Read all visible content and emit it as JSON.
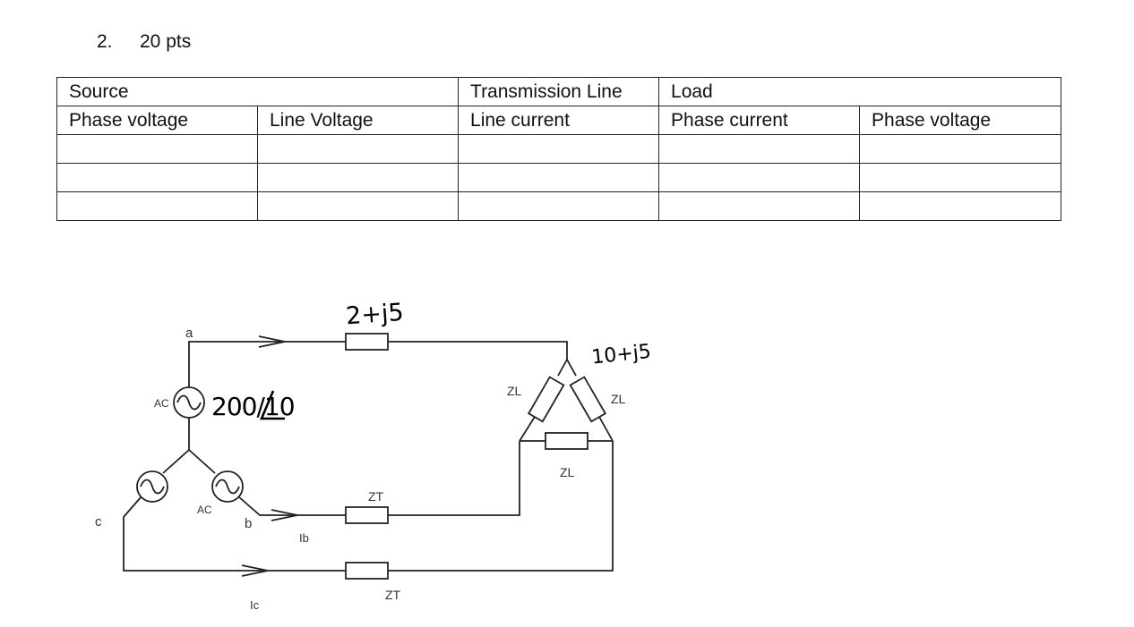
{
  "question": {
    "number": "2.",
    "points": "20 pts"
  },
  "table": {
    "group_headers": [
      "Source",
      "Transmission Line",
      "Load"
    ],
    "column_headers": [
      "Phase voltage",
      "Line Voltage",
      "Line current",
      "Phase current",
      "Phase voltage"
    ],
    "rows": [
      [
        "",
        "",
        "",
        "",
        ""
      ],
      [
        "",
        "",
        "",
        "",
        ""
      ],
      [
        "",
        "",
        "",
        "",
        ""
      ]
    ]
  },
  "circuit": {
    "node_labels": {
      "a": "a",
      "b": "b",
      "c": "c"
    },
    "source_labels": [
      "AC",
      "AC"
    ],
    "source_voltage": "200/10",
    "line_impedance_a": "2+j5",
    "load_impedance": "10+j5",
    "line_impedance_labels": [
      "ZT",
      "ZT"
    ],
    "load_impedance_labels": [
      "ZL",
      "ZL",
      "ZL"
    ],
    "current_labels": {
      "ib": "Ib",
      "ic": "Ic"
    }
  }
}
